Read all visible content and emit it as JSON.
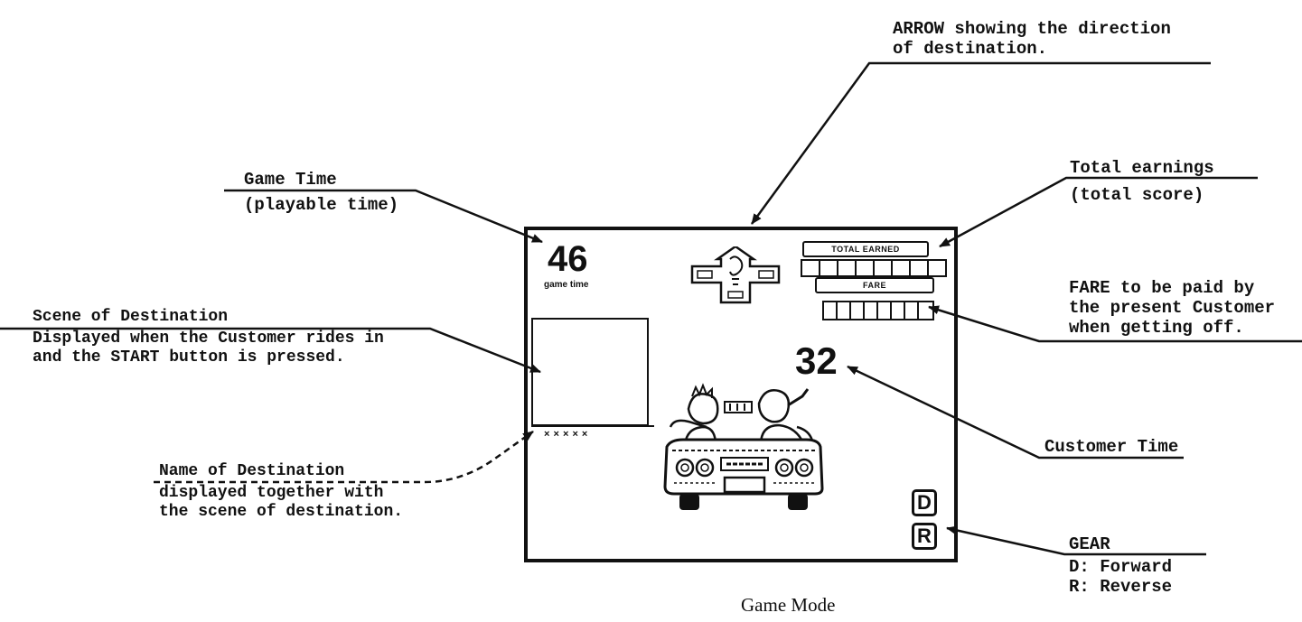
{
  "screen": {
    "game_time_value": "46",
    "game_time_label": "game time",
    "customer_time_value": "32",
    "total_earned_label": "TOTAL EARNED",
    "fare_label": "FARE",
    "gear_d": "D",
    "gear_r": "R",
    "destination_name_marks": "× × × × ×"
  },
  "callouts": {
    "arrow": [
      "ARROW showing the direction",
      "of destination."
    ],
    "game_time": [
      "Game Time",
      "(playable time)"
    ],
    "total_earnings": [
      "Total earnings",
      "(total score)"
    ],
    "fare": [
      "FARE to be paid by",
      "the present Customer",
      "when getting off."
    ],
    "scene": [
      "Scene of Destination",
      "Displayed when the Customer rides in",
      "and the START button is pressed."
    ],
    "customer_time": [
      "Customer Time"
    ],
    "name": [
      "Name of Destination",
      "displayed together with",
      "the scene of destination."
    ],
    "gear": [
      "GEAR",
      "D: Forward",
      "R: Reverse"
    ]
  },
  "caption": "Game Mode",
  "colors": {
    "ink": "#111111",
    "paper": "#ffffff"
  }
}
